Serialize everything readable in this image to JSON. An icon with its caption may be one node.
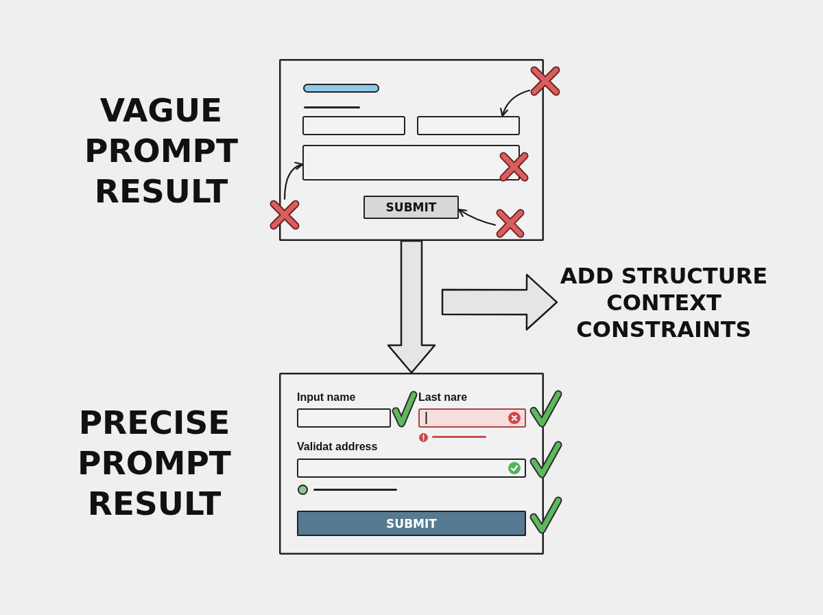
{
  "diagram": {
    "nodes": [
      {
        "text": [],
        "shape": "box",
        "beside": [
          "VAGUE PROMPT RESULT"
        ]
      },
      {
        "text": [],
        "shape": "box",
        "in": 0
      },
      {
        "text": [],
        "shape": "box",
        "in": 0
      },
      {
        "text": [],
        "shape": "box",
        "in": 0
      },
      {
        "text": [
          "SUBMIT"
        ],
        "in": 0
      },
      {
        "text": [],
        "shape": "cross"
      },
      {
        "text": [],
        "shape": "cross"
      },
      {
        "text": [],
        "shape": "cross",
        "in": 0
      },
      {
        "text": [],
        "shape": "cross",
        "in": 0
      },
      {
        "text": [
          "ADD STRUCTURE CONTEXT CONSTRAINTS"
        ]
      },
      {
        "text": [],
        "shape": "box",
        "beside": [
          "PRECISE PROMPT RESULT"
        ]
      },
      {
        "text": [
          "Input name"
        ],
        "in": 10
      },
      {
        "text": [
          "Last nare"
        ],
        "in": 10
      },
      {
        "text": [
          "Validat address"
        ],
        "in": 10
      },
      {
        "text": [
          "SUBMIT"
        ],
        "in": 10
      }
    ],
    "edges": [
      {
        "from": 5,
        "to": 2,
        "arrow": "to"
      },
      {
        "from": 6,
        "to": 3,
        "arrow": "to"
      },
      {
        "from": 8,
        "to": 4,
        "arrow": "to"
      },
      {
        "from": 0,
        "to": 10,
        "arrow": "to",
        "style": "thick"
      },
      {
        "from": null,
        "to": 9,
        "arrow": "to",
        "style": "thick"
      }
    ]
  }
}
